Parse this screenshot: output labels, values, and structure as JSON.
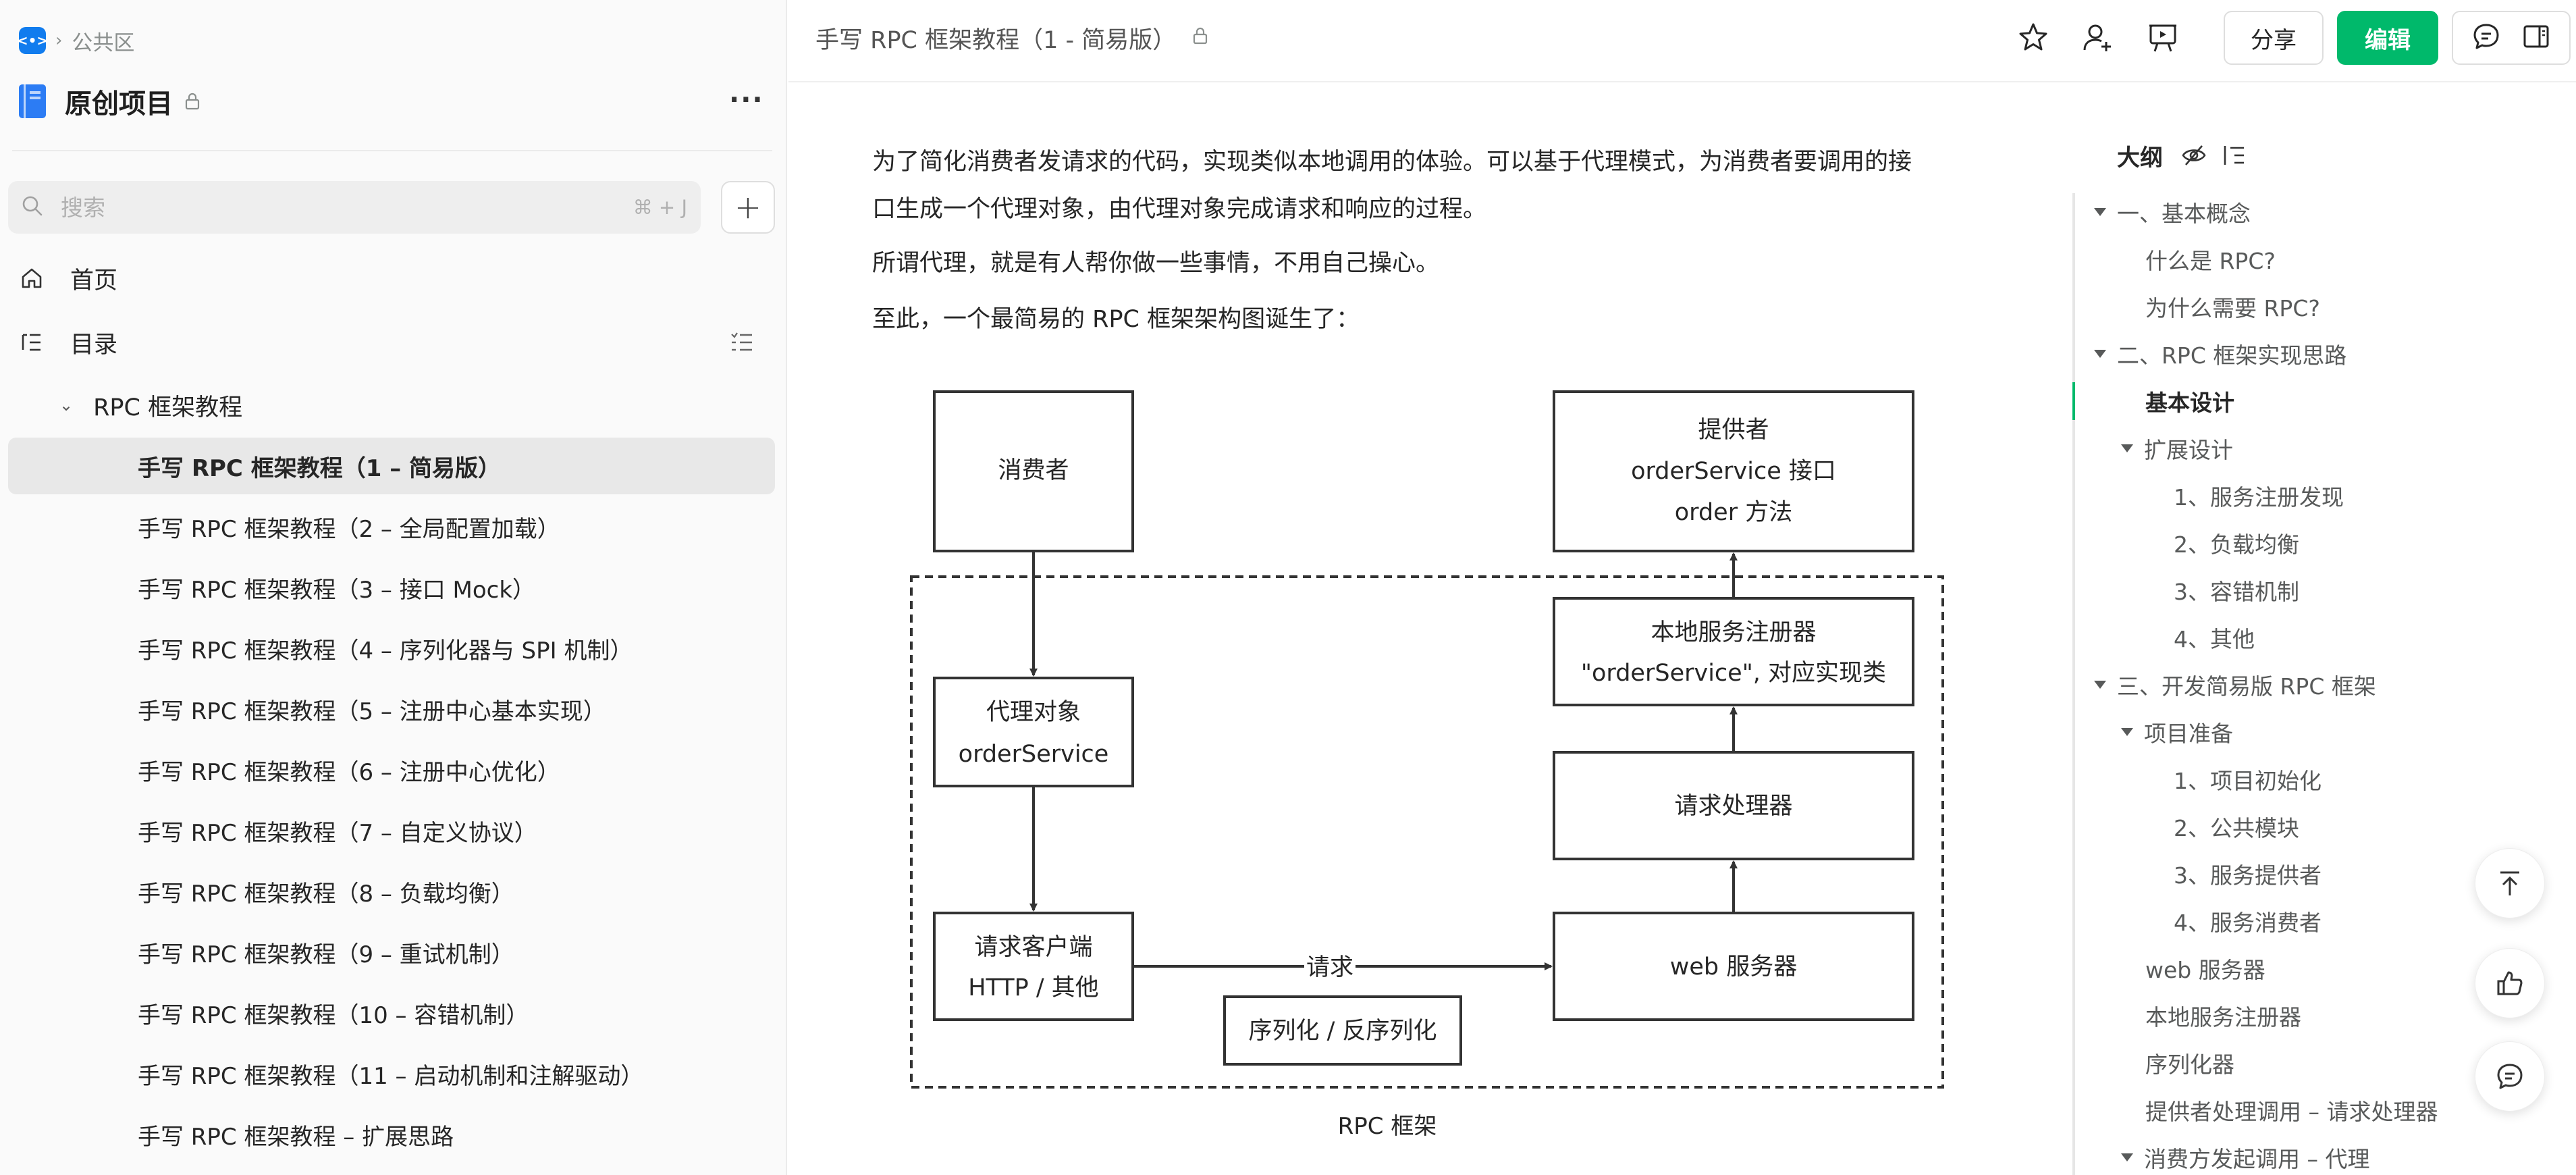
{
  "sidebar": {
    "breadcrumb": "公共区",
    "project_title": "原创项目",
    "search_placeholder": "搜索",
    "search_shortcut": "⌘ + J",
    "nav": {
      "home": "首页",
      "toc": "目录"
    },
    "folder": "RPC 框架教程",
    "docs": [
      "手写 RPC 框架教程（1 – 简易版）",
      "手写 RPC 框架教程（2 – 全局配置加载）",
      "手写 RPC 框架教程（3 – 接口 Mock）",
      "手写 RPC 框架教程（4 – 序列化器与 SPI 机制）",
      "手写 RPC 框架教程（5 – 注册中心基本实现）",
      "手写 RPC 框架教程（6 – 注册中心优化）",
      "手写 RPC 框架教程（7 – 自定义协议）",
      "手写 RPC 框架教程（8 – 负载均衡）",
      "手写 RPC 框架教程（9 – 重试机制）",
      "手写 RPC 框架教程（10 – 容错机制）",
      "手写 RPC 框架教程（11 – 启动机制和注解驱动）",
      "手写 RPC 框架教程 – 扩展思路"
    ]
  },
  "header": {
    "doc_title": "手写 RPC 框架教程（1 - 简易版）",
    "share_label": "分享",
    "edit_label": "编辑"
  },
  "content": {
    "p1_line1": "为了简化消费者发请求的代码，实现类似本地调用的体验。可以基于代理模式，为消费者要调用的接",
    "p1_line2": "口生成一个代理对象，由代理对象完成请求和响应的过程。",
    "p2": "所谓代理，就是有人帮你做一些事情，不用自己操心。",
    "p3": "至此，一个最简易的 RPC 框架架构图诞生了："
  },
  "diagram": {
    "consumer": "消费者",
    "provider_l1": "提供者",
    "provider_l2": "orderService 接口",
    "provider_l3": "order 方法",
    "proxy_l1": "代理对象",
    "proxy_l2": "orderService",
    "registry_l1": "本地服务注册器",
    "registry_l2": "\"orderService\", 对应实现类",
    "handler": "请求处理器",
    "client_l1": "请求客户端",
    "client_l2": "HTTP / 其他",
    "web_server": "web 服务器",
    "request_label": "请求",
    "serializer": "序列化 / 反序列化",
    "caption": "RPC 框架"
  },
  "outline": {
    "title": "大纲",
    "items": [
      "一、基本概念",
      "什么是 RPC?",
      "为什么需要 RPC?",
      "二、RPC 框架实现思路",
      "基本设计",
      "扩展设计",
      "1、服务注册发现",
      "2、负载均衡",
      "3、容错机制",
      "4、其他",
      "三、开发简易版 RPC 框架",
      "项目准备",
      "1、项目初始化",
      "2、公共模块",
      "3、服务提供者",
      "4、服务消费者",
      "web 服务器",
      "本地服务注册器",
      "序列化器",
      "提供者处理调用 – 请求处理器",
      "消费方发起调用 – 代理"
    ]
  },
  "colors": {
    "accent_green": "#00b96b",
    "brand_blue": "#117cee",
    "diagram_stroke": "#333333"
  }
}
